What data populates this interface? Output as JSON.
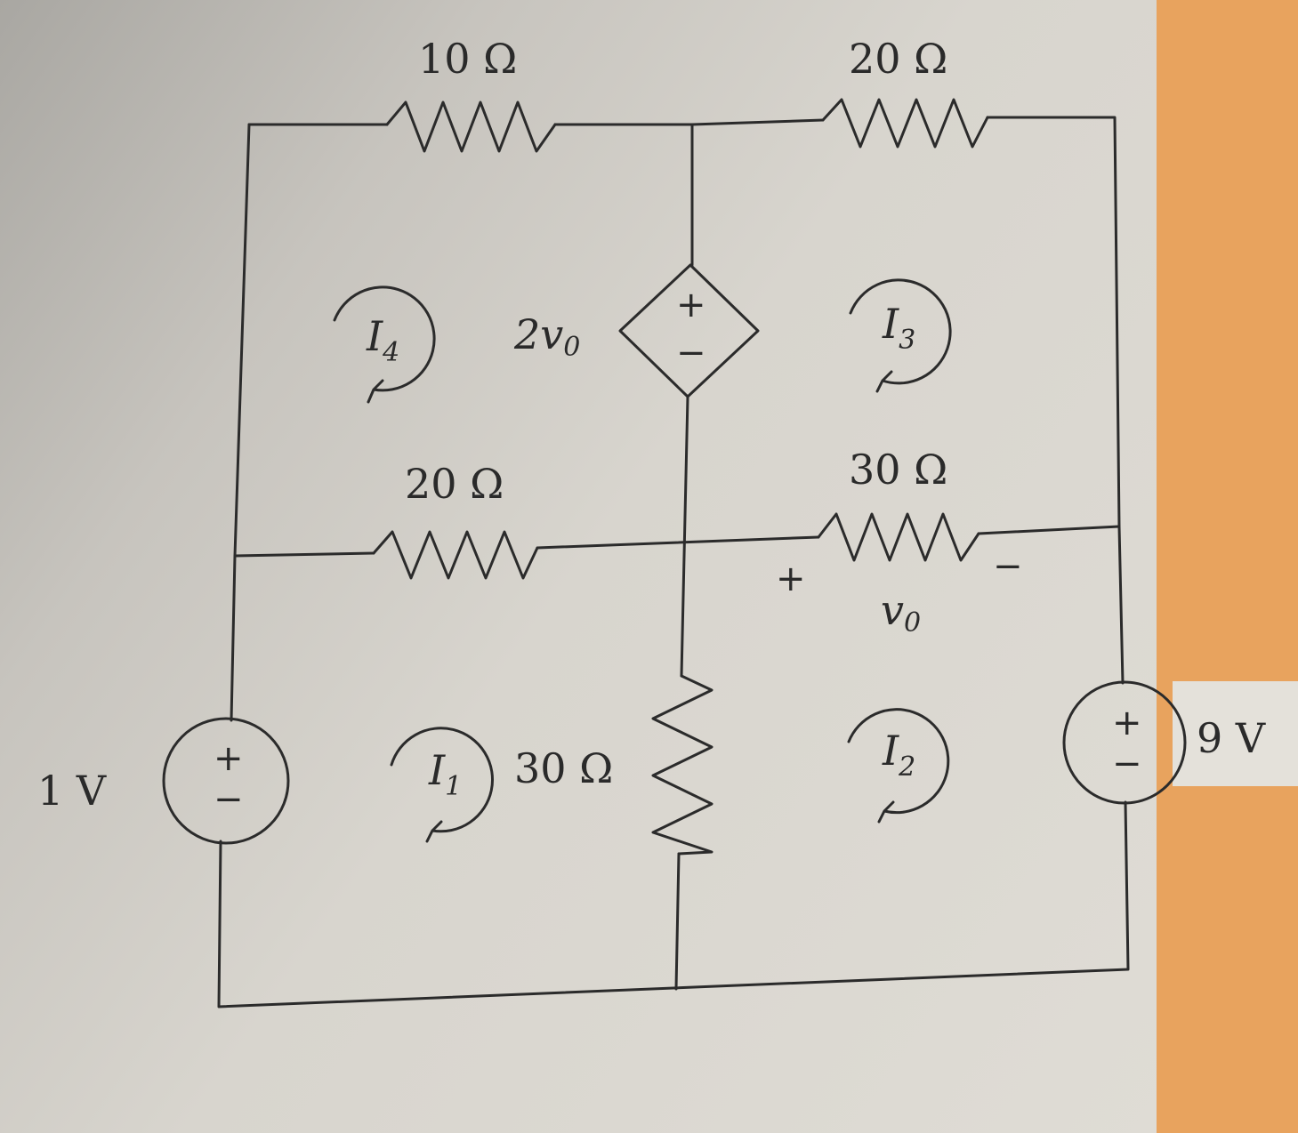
{
  "resistors": {
    "top_left": "10 Ω",
    "top_right": "20 Ω",
    "middle_left": "20 Ω",
    "middle_right": "30 Ω",
    "center_vertical": "30 Ω"
  },
  "sources": {
    "left": "1 V",
    "right": "9 V",
    "dependent": "2v",
    "dependent_sub": "0"
  },
  "voltage": {
    "name": "v",
    "sub": "0",
    "plus": "+",
    "minus": "−"
  },
  "loops": {
    "i1": {
      "name": "I",
      "sub": "1"
    },
    "i2": {
      "name": "I",
      "sub": "2"
    },
    "i3": {
      "name": "I",
      "sub": "3"
    },
    "i4": {
      "name": "I",
      "sub": "4"
    }
  },
  "signs": {
    "plus": "+",
    "minus": "−"
  },
  "colors": {
    "wire": "#2b2b2b",
    "paper": "#dcd9d2",
    "accent": "#e8a35e"
  }
}
